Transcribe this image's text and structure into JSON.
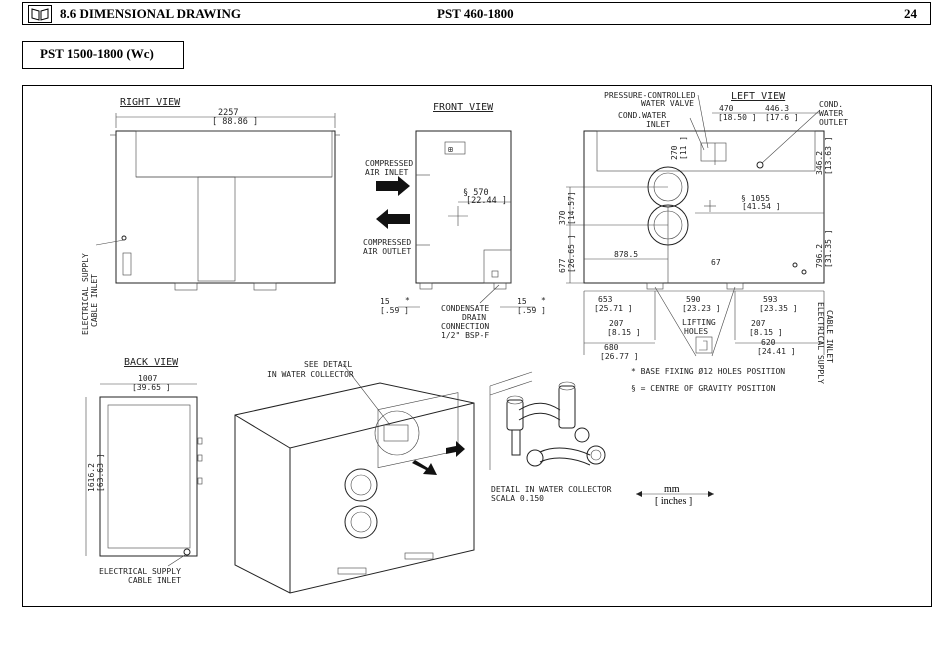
{
  "header": {
    "section_title": "8.6 DIMENSIONAL DRAWING",
    "model": "PST 460-1800",
    "page_number": "24"
  },
  "subtitle": "PST 1500-1800 (Wc)",
  "views": {
    "right": "RIGHT VIEW",
    "front": "FRONT VIEW",
    "left": "LEFT VIEW",
    "back": "BACK VIEW"
  },
  "dims": {
    "right_width": "2257",
    "right_width_in": "[ 88.86 ]",
    "front_570": "§ 570",
    "front_570_in": "[22.44 ]",
    "left_470": "470",
    "left_470_in": "[18.50 ]",
    "left_4463": "446.3",
    "left_4463_in": "[17.6 ]",
    "left_270": "270",
    "left_270_in": "[11 ]",
    "left_3462": "346.2",
    "left_3462_in": "[13.63 ]",
    "left_370": "370",
    "left_370_in": "[14.57]",
    "left_1055": "§ 1055",
    "left_1055_in": "[41.54 ]",
    "left_677": "677",
    "left_677_in": "[26.65 ]",
    "left_8785": "878.5",
    "left_67": "67",
    "left_7962": "796.2",
    "left_7962_in": "[31.35 ]",
    "left_653": "653",
    "left_653_in": "[25.71 ]",
    "left_590": "590",
    "left_590_in": "[23.23 ]",
    "left_593": "593",
    "left_593_in": "[23.35 ]",
    "left_207a": "207",
    "left_207a_in": "[8.15 ]",
    "left_207b": "207",
    "left_207b_in": "[8.15 ]",
    "left_620": "620",
    "left_620_in": "[24.41 ]",
    "left_680": "680",
    "left_680_in": "[26.77 ]",
    "front_15a": "15",
    "front_15a_in": "[.59 ]",
    "front_15b": "15",
    "front_15b_in": "[.59 ]",
    "back_1007": "1007",
    "back_1007_in": "[39.65 ]",
    "back_16162": "1616.2",
    "back_16162_in": "[63.63 ]"
  },
  "labels": {
    "compressed_air_inlet_1": "COMPRESSED",
    "compressed_air_inlet_2": "AIR INLET",
    "compressed_air_outlet_1": "COMPRESSED",
    "compressed_air_outlet_2": "AIR OUTLET",
    "condensate_1": "CONDENSATE",
    "condensate_2": "DRAIN",
    "condensate_3": "CONNECTION",
    "condensate_4": "1/2\" BSP-F",
    "pressure_valve_1": "PRESSURE-CONTROLLED",
    "pressure_valve_2": "WATER VALVE",
    "cond_water_inlet_1": "COND.WATER",
    "cond_water_inlet_2": "INLET",
    "cond_water_outlet_1": "COND.",
    "cond_water_outlet_2": "WATER",
    "cond_water_outlet_3": "OUTLET",
    "elec_supply_right_1": "ELECTRICAL SUPPLY",
    "elec_supply_right_2": "CABLE INLET",
    "elec_supply_left_1": "ELECTRICAL SUPPLY",
    "elec_supply_left_2": "CABLE INLET",
    "elec_supply_back_1": "ELECTRICAL SUPPLY",
    "elec_supply_back_2": "CABLE INLET",
    "lifting_1": "LIFTING",
    "lifting_2": "HOLES",
    "base_fixing": "* BASE FIXING Ø12 HOLES POSITION",
    "centre_gravity": "§ = CENTRE OF GRAVITY POSITION",
    "see_detail_1": "SEE DETAIL",
    "see_detail_2": "IN WATER COLLECTOR",
    "detail_1": "DETAIL IN WATER COLLECTOR",
    "detail_2": "SCALA 0.150",
    "units_mm": "mm",
    "units_in": "[ inches ]"
  }
}
